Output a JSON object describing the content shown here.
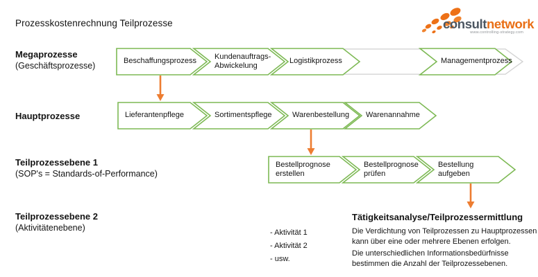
{
  "title": "Prozesskostenrechnung Teilprozesse",
  "logo": {
    "text_consult": "consult",
    "text_network": "network",
    "url": "www.controlling-strategy.com"
  },
  "colors": {
    "process_green": "#7DB954",
    "arrow_orange": "#ED7D31",
    "logo_orange": "#ED7117",
    "logo_gray": "#4C5661",
    "muted_gray": "#D4D4D4"
  },
  "process_rows": {
    "mega": {
      "label": "Megaprozesse",
      "sublabel": "(Geschäftsprozesse)",
      "steps": [
        "Beschaffungsprozess",
        "Kundenauftrags-\nAbwickelung",
        "Logistikprozess",
        "Managementprozess"
      ]
    },
    "haupt": {
      "label": "Hauptprozesse",
      "steps": [
        "Lieferantenpflege",
        "Sortimentspflege",
        "Warenbestellung",
        "Warenannahme"
      ]
    },
    "teil1": {
      "label": "Teilprozessebene 1",
      "sublabel": "(SOP's = Standards-of-Performance)",
      "steps": [
        "Bestellprognose\nerstellen",
        "Bestellprognose\nprüfen",
        "Bestellung\naufgeben"
      ]
    },
    "teil2": {
      "label": "Teilprozessebene 2",
      "sublabel": "(Aktivitätenebene)",
      "activities": [
        "- Aktivität 1",
        "- Aktivität 2",
        "- usw."
      ]
    }
  },
  "annotation": {
    "heading": "Tätigkeitsanalyse/Teilprozessermittlung",
    "paragraphs": [
      "Die Verdichtung von Teilprozessen zu Hauptprozessen\nkann über eine oder mehrere Ebenen erfolgen.",
      "Die unterschiedlichen Informationsbedürfnisse\nbestimmen die Anzahl der Teilprozessebenen."
    ]
  }
}
